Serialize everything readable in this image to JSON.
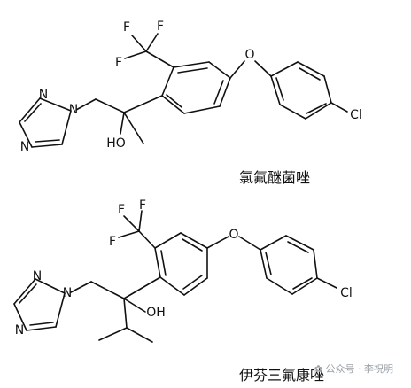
{
  "molecules": [
    {
      "caption": "氯氟醚菌唑",
      "labels": {
        "f_a": "F",
        "f_b": "F",
        "f_c": "F",
        "o_ether": "O",
        "cl": "Cl",
        "n_1": "N",
        "n_2": "N",
        "n_3": "N",
        "oh": "HO"
      }
    },
    {
      "caption": "伊芬三氟康唑",
      "labels": {
        "f_a": "F",
        "f_b": "F",
        "f_c": "F",
        "o_ether": "O",
        "cl": "Cl",
        "n_1": "N",
        "n_2": "N",
        "n_3": "N",
        "oh": "OH"
      }
    }
  ],
  "watermark": {
    "source": "公众号",
    "author": "李祝明"
  }
}
